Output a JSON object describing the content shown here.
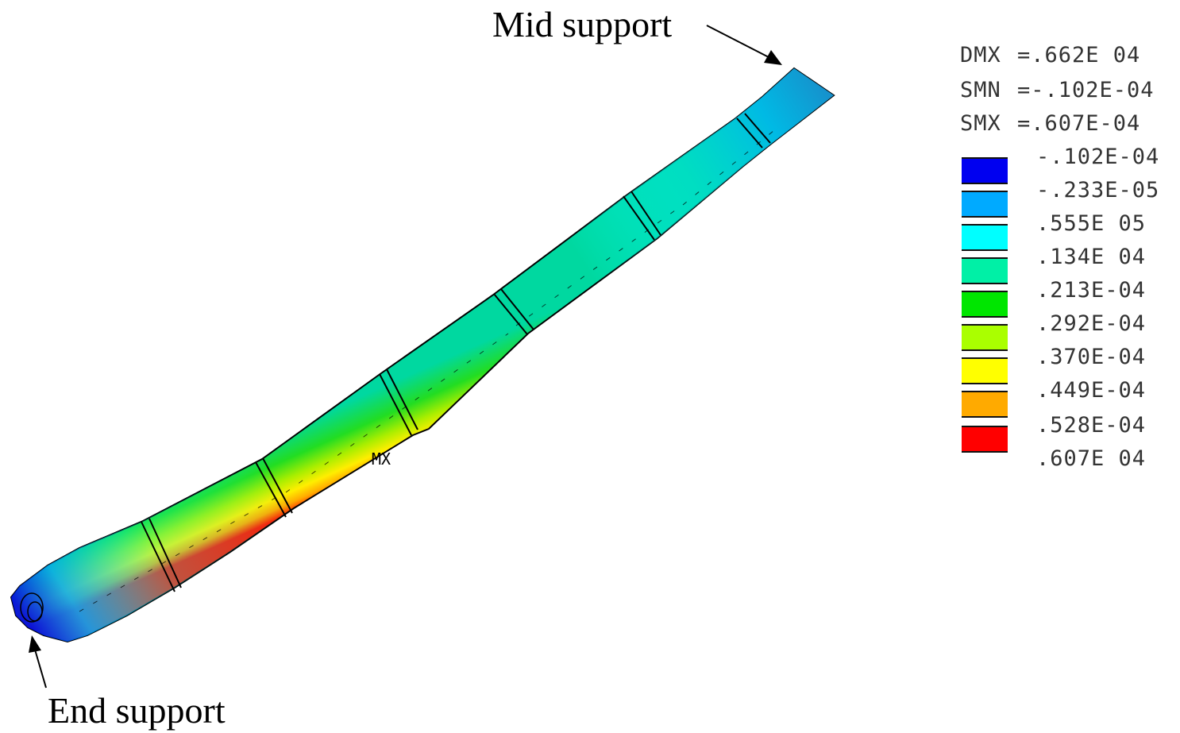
{
  "labels": {
    "mid_support": "Mid support",
    "end_support": "End support",
    "origin_marker": "MX"
  },
  "legend": {
    "header": [
      {
        "key": "DMX",
        "value": "=.662E 04"
      },
      {
        "key": "SMN",
        "value": "=-.102E-04"
      },
      {
        "key": "SMX",
        "value": "=.607E-04"
      }
    ],
    "values": [
      "-.102E-04",
      "-.233E-05",
      ".555E 05",
      ".134E 04",
      ".213E-04",
      ".292E-04",
      ".370E-04",
      ".449E-04",
      ".528E-04",
      ".607E 04"
    ],
    "colors": [
      "#0000f0",
      "#00aaff",
      "#00ffff",
      "#00f0a6",
      "#00e600",
      "#aaff00",
      "#ffff00",
      "#ffaa00",
      "#ff0000"
    ]
  },
  "colors": {
    "background": "#ffffff",
    "outline": "#000000",
    "arrow": "#000000"
  }
}
